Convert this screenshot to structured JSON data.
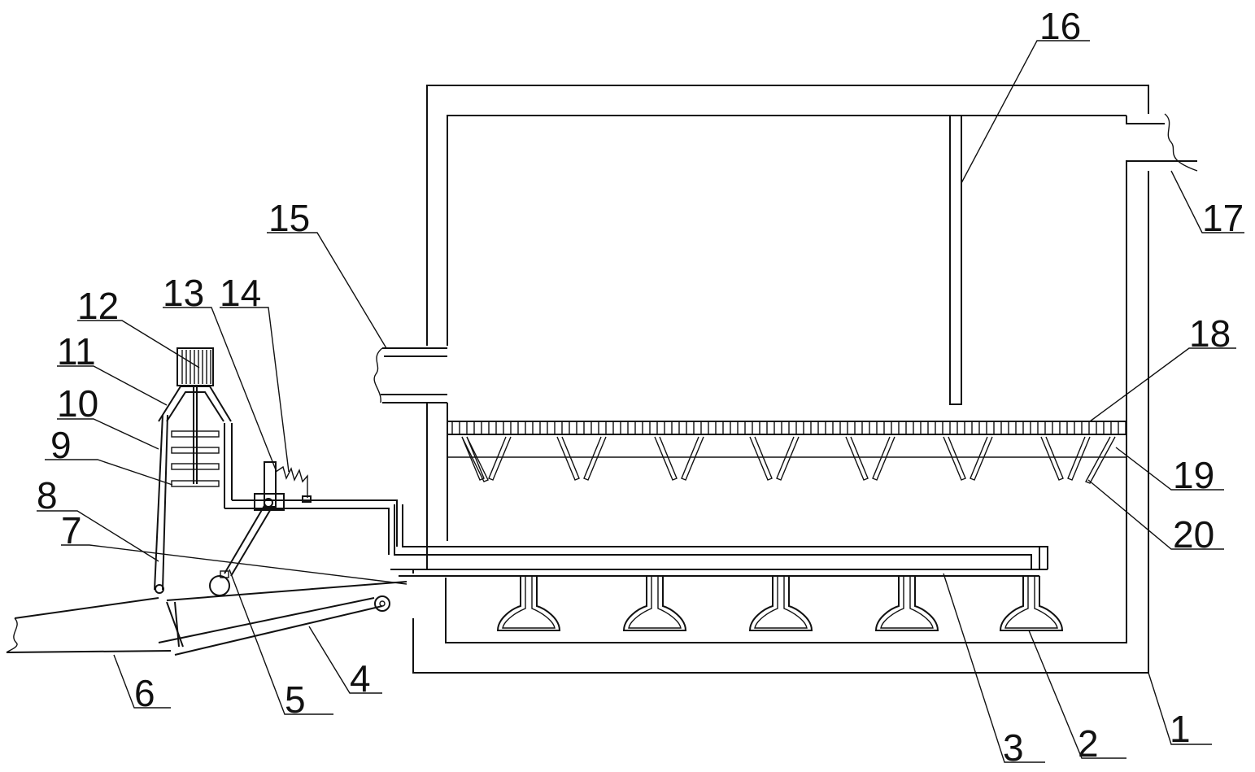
{
  "diagram": {
    "labels": [
      {
        "id": "label-1",
        "text": "1"
      },
      {
        "id": "label-2",
        "text": "2"
      },
      {
        "id": "label-3",
        "text": "3"
      },
      {
        "id": "label-4",
        "text": "4"
      },
      {
        "id": "label-5",
        "text": "5"
      },
      {
        "id": "label-6",
        "text": "6"
      },
      {
        "id": "label-7",
        "text": "7"
      },
      {
        "id": "label-8",
        "text": "8"
      },
      {
        "id": "label-9",
        "text": "9"
      },
      {
        "id": "label-10",
        "text": "10"
      },
      {
        "id": "label-11",
        "text": "11"
      },
      {
        "id": "label-12",
        "text": "12"
      },
      {
        "id": "label-13",
        "text": "13"
      },
      {
        "id": "label-14",
        "text": "14"
      },
      {
        "id": "label-15",
        "text": "15"
      },
      {
        "id": "label-16",
        "text": "16"
      },
      {
        "id": "label-17",
        "text": "17"
      },
      {
        "id": "label-18",
        "text": "18"
      },
      {
        "id": "label-19",
        "text": "19"
      },
      {
        "id": "label-20",
        "text": "20"
      }
    ]
  }
}
